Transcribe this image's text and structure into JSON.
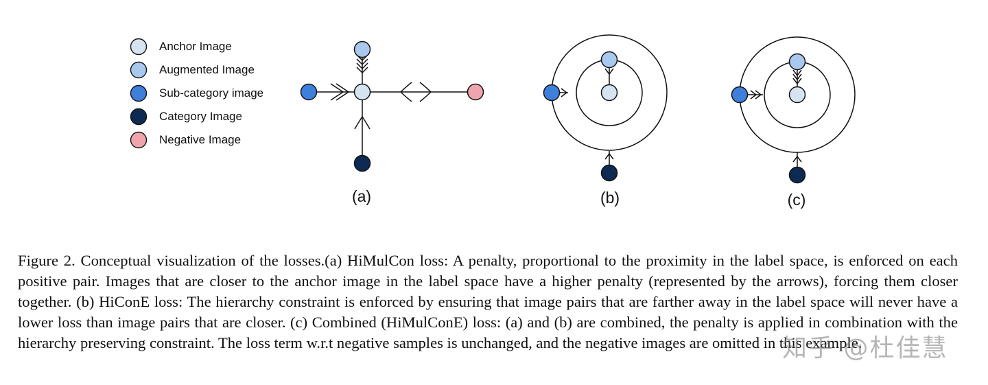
{
  "legend": {
    "items": [
      {
        "label": "Anchor Image",
        "color": "#d6e3f0"
      },
      {
        "label": "Augmented Image",
        "color": "#a9c8ee"
      },
      {
        "label": "Sub-category image",
        "color": "#3f7fdc"
      },
      {
        "label": "Category Image",
        "color": "#0d2a52"
      },
      {
        "label": "Negative Image",
        "color": "#eea5ad"
      }
    ]
  },
  "panels": {
    "a": "(a)",
    "b": "(b)",
    "c": "(c)"
  },
  "caption": "Figure 2. Conceptual visualization of the losses.(a) HiMulCon loss: A penalty, proportional to the proximity in the label space, is enforced on each positive pair. Images that are closer to the anchor image in the label space have a higher penalty (represented by the arrows), forcing them closer together. (b) HiConE loss: The hierarchy constraint is enforced by ensuring that image pairs that are farther away in the label space will never have a lower loss than image pairs that are closer. (c) Combined (HiMulConE) loss: (a) and (b) are combined, the penalty is applied in combination with the hierarchy preserving constraint. The loss term w.r.t negative samples is unchanged, and the negative images are omitted in this example.",
  "watermark": "知乎 @杜佳慧"
}
